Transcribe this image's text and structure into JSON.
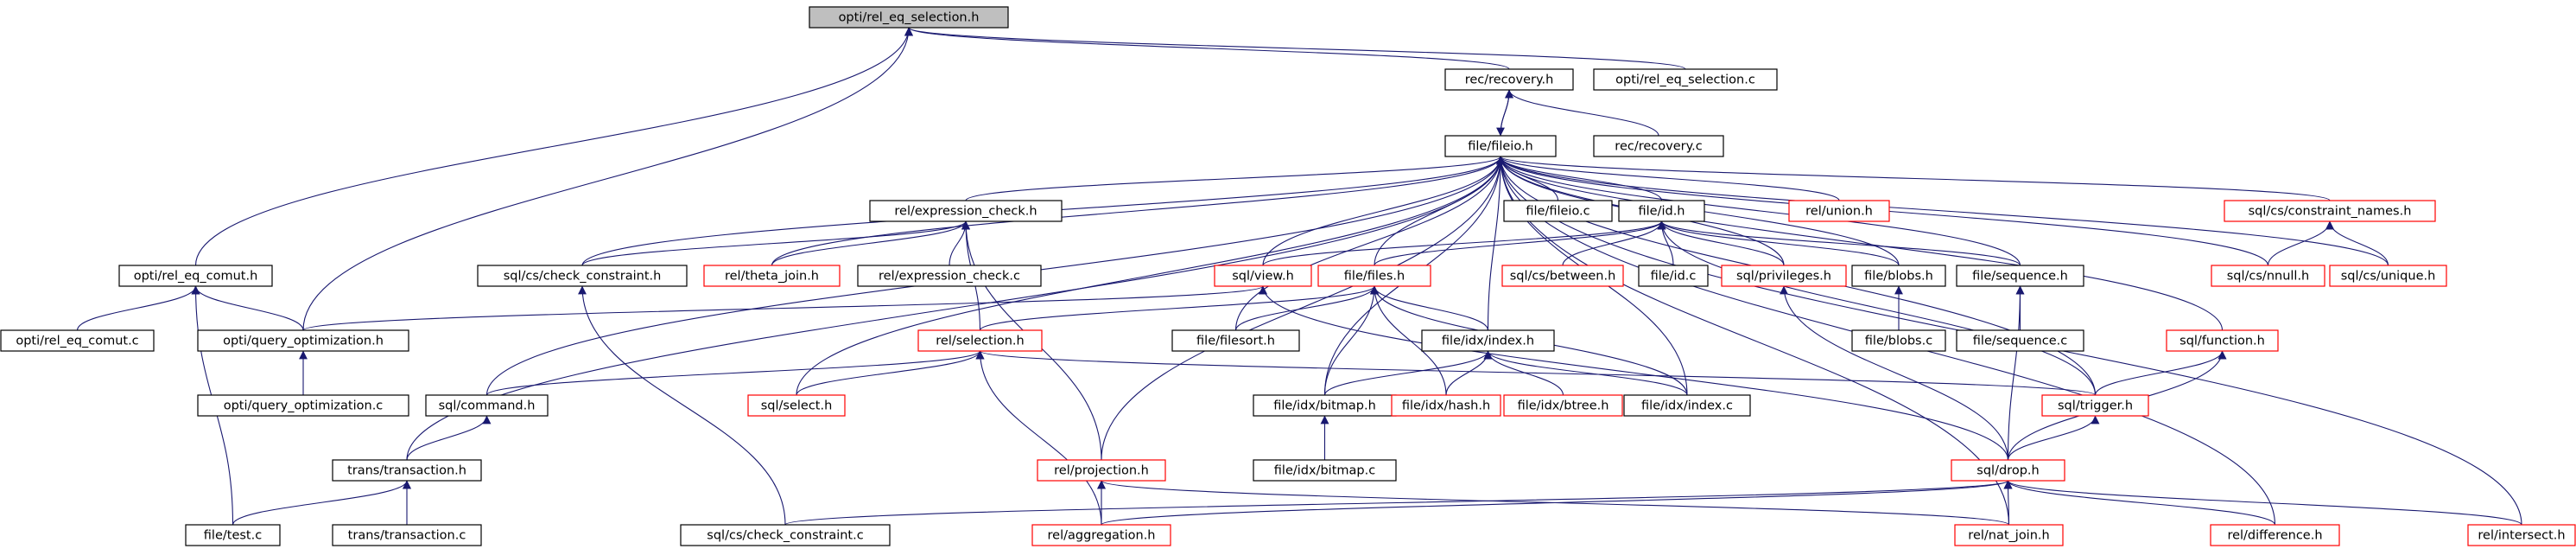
{
  "colors": {
    "edge": "#191970",
    "node_border_black": "#000000",
    "node_border_red": "#ff0000",
    "root_fill": "#bfbfbf",
    "node_fill": "#ffffff",
    "text": "#000000"
  },
  "nodes": [
    {
      "id": "root",
      "label": "opti/rel_eq_selection.h",
      "style": "root"
    },
    {
      "id": "recovery_h",
      "label": "rec/recovery.h",
      "style": "black"
    },
    {
      "id": "rel_eq_selection_c",
      "label": "opti/rel_eq_selection.c",
      "style": "black"
    },
    {
      "id": "fileio_h",
      "label": "file/fileio.h",
      "style": "black"
    },
    {
      "id": "recovery_c",
      "label": "rec/recovery.c",
      "style": "black"
    },
    {
      "id": "rel_eq_comut_h",
      "label": "opti/rel_eq_comut.h",
      "style": "black"
    },
    {
      "id": "expression_check_h",
      "label": "rel/expression_check.h",
      "style": "black"
    },
    {
      "id": "fileio_c",
      "label": "file/fileio.c",
      "style": "black"
    },
    {
      "id": "id_h",
      "label": "file/id.h",
      "style": "black"
    },
    {
      "id": "union_h",
      "label": "rel/union.h",
      "style": "red"
    },
    {
      "id": "constraint_names_h",
      "label": "sql/cs/constraint_names.h",
      "style": "red"
    },
    {
      "id": "check_constraint_h",
      "label": "sql/cs/check_constraint.h",
      "style": "black"
    },
    {
      "id": "theta_join_h",
      "label": "rel/theta_join.h",
      "style": "red"
    },
    {
      "id": "expression_check_c",
      "label": "rel/expression_check.c",
      "style": "black"
    },
    {
      "id": "view_h",
      "label": "sql/view.h",
      "style": "red"
    },
    {
      "id": "files_h",
      "label": "file/files.h",
      "style": "red"
    },
    {
      "id": "between_h",
      "label": "sql/cs/between.h",
      "style": "red"
    },
    {
      "id": "id_c",
      "label": "file/id.c",
      "style": "black"
    },
    {
      "id": "privileges_h",
      "label": "sql/privileges.h",
      "style": "red"
    },
    {
      "id": "blobs_h",
      "label": "file/blobs.h",
      "style": "black"
    },
    {
      "id": "sequence_h",
      "label": "file/sequence.h",
      "style": "black"
    },
    {
      "id": "nnull_h",
      "label": "sql/cs/nnull.h",
      "style": "red"
    },
    {
      "id": "unique_h",
      "label": "sql/cs/unique.h",
      "style": "red"
    },
    {
      "id": "rel_eq_comut_c",
      "label": "opti/rel_eq_comut.c",
      "style": "black"
    },
    {
      "id": "query_optimization_h",
      "label": "opti/query_optimization.h",
      "style": "black"
    },
    {
      "id": "filesort_h",
      "label": "file/filesort.h",
      "style": "black"
    },
    {
      "id": "selection_h",
      "label": "rel/selection.h",
      "style": "red"
    },
    {
      "id": "idx_index_h",
      "label": "file/idx/index.h",
      "style": "black"
    },
    {
      "id": "blobs_c",
      "label": "file/blobs.c",
      "style": "black"
    },
    {
      "id": "sequence_c",
      "label": "file/sequence.c",
      "style": "black"
    },
    {
      "id": "function_h",
      "label": "sql/function.h",
      "style": "red"
    },
    {
      "id": "query_optimization_c",
      "label": "opti/query_optimization.c",
      "style": "black"
    },
    {
      "id": "command_h",
      "label": "sql/command.h",
      "style": "black"
    },
    {
      "id": "select_h",
      "label": "sql/select.h",
      "style": "red"
    },
    {
      "id": "bitmap_h",
      "label": "file/idx/bitmap.h",
      "style": "black"
    },
    {
      "id": "hash_h",
      "label": "file/idx/hash.h",
      "style": "red"
    },
    {
      "id": "btree_h",
      "label": "file/idx/btree.h",
      "style": "red"
    },
    {
      "id": "index_c",
      "label": "file/idx/index.c",
      "style": "black"
    },
    {
      "id": "trigger_h",
      "label": "sql/trigger.h",
      "style": "red"
    },
    {
      "id": "transaction_h",
      "label": "trans/transaction.h",
      "style": "black"
    },
    {
      "id": "bitmap_c",
      "label": "file/idx/bitmap.c",
      "style": "black"
    },
    {
      "id": "projection_h",
      "label": "rel/projection.h",
      "style": "red"
    },
    {
      "id": "drop_h",
      "label": "sql/drop.h",
      "style": "red"
    },
    {
      "id": "test_c",
      "label": "file/test.c",
      "style": "black"
    },
    {
      "id": "transaction_c",
      "label": "trans/transaction.c",
      "style": "black"
    },
    {
      "id": "check_constraint_c",
      "label": "sql/cs/check_constraint.c",
      "style": "black"
    },
    {
      "id": "aggregation_h",
      "label": "rel/aggregation.h",
      "style": "red"
    },
    {
      "id": "nat_join_h",
      "label": "rel/nat_join.h",
      "style": "red"
    },
    {
      "id": "difference_h",
      "label": "rel/difference.h",
      "style": "red"
    },
    {
      "id": "intersect_h",
      "label": "rel/intersect.h",
      "style": "red"
    }
  ],
  "edges": [
    [
      "root",
      "recovery_h"
    ],
    [
      "root",
      "rel_eq_selection_c"
    ],
    [
      "root",
      "rel_eq_comut_h"
    ],
    [
      "root",
      "query_optimization_h"
    ],
    [
      "recovery_h",
      "fileio_h"
    ],
    [
      "recovery_h",
      "recovery_c"
    ],
    [
      "fileio_h",
      "recovery_h"
    ],
    [
      "fileio_h",
      "expression_check_h"
    ],
    [
      "fileio_h",
      "fileio_c"
    ],
    [
      "fileio_h",
      "id_h"
    ],
    [
      "fileio_h",
      "union_h"
    ],
    [
      "fileio_h",
      "constraint_names_h"
    ],
    [
      "fileio_h",
      "check_constraint_h"
    ],
    [
      "fileio_h",
      "theta_join_h"
    ],
    [
      "fileio_h",
      "view_h"
    ],
    [
      "fileio_h",
      "files_h"
    ],
    [
      "fileio_h",
      "privileges_h"
    ],
    [
      "fileio_h",
      "blobs_h"
    ],
    [
      "fileio_h",
      "sequence_h"
    ],
    [
      "fileio_h",
      "nnull_h"
    ],
    [
      "fileio_h",
      "unique_h"
    ],
    [
      "fileio_h",
      "filesort_h"
    ],
    [
      "fileio_h",
      "idx_index_h"
    ],
    [
      "fileio_h",
      "function_h"
    ],
    [
      "fileio_h",
      "command_h"
    ],
    [
      "fileio_h",
      "select_h"
    ],
    [
      "fileio_h",
      "bitmap_h"
    ],
    [
      "fileio_h",
      "index_c"
    ],
    [
      "fileio_h",
      "trigger_h"
    ],
    [
      "fileio_h",
      "transaction_h"
    ],
    [
      "fileio_h",
      "projection_h"
    ],
    [
      "fileio_h",
      "nat_join_h"
    ],
    [
      "fileio_h",
      "difference_h"
    ],
    [
      "fileio_h",
      "intersect_h"
    ],
    [
      "rel_eq_comut_h",
      "rel_eq_comut_c"
    ],
    [
      "rel_eq_comut_h",
      "query_optimization_h"
    ],
    [
      "rel_eq_comut_h",
      "test_c"
    ],
    [
      "expression_check_h",
      "check_constraint_h"
    ],
    [
      "expression_check_h",
      "theta_join_h"
    ],
    [
      "expression_check_h",
      "expression_check_c"
    ],
    [
      "expression_check_h",
      "selection_h"
    ],
    [
      "expression_check_h",
      "projection_h"
    ],
    [
      "id_h",
      "view_h"
    ],
    [
      "id_h",
      "files_h"
    ],
    [
      "id_h",
      "between_h"
    ],
    [
      "id_h",
      "id_c"
    ],
    [
      "id_h",
      "privileges_h"
    ],
    [
      "id_h",
      "blobs_h"
    ],
    [
      "id_h",
      "sequence_h"
    ],
    [
      "id_h",
      "trigger_h"
    ],
    [
      "constraint_names_h",
      "nnull_h"
    ],
    [
      "constraint_names_h",
      "unique_h"
    ],
    [
      "check_constraint_h",
      "check_constraint_c"
    ],
    [
      "view_h",
      "query_optimization_h"
    ],
    [
      "view_h",
      "drop_h"
    ],
    [
      "files_h",
      "selection_h"
    ],
    [
      "files_h",
      "filesort_h"
    ],
    [
      "files_h",
      "idx_index_h"
    ],
    [
      "files_h",
      "bitmap_h"
    ],
    [
      "files_h",
      "hash_h"
    ],
    [
      "files_h",
      "index_c"
    ],
    [
      "privileges_h",
      "drop_h"
    ],
    [
      "blobs_h",
      "blobs_c"
    ],
    [
      "sequence_h",
      "sequence_c"
    ],
    [
      "sequence_h",
      "drop_h"
    ],
    [
      "query_optimization_h",
      "query_optimization_c"
    ],
    [
      "selection_h",
      "command_h"
    ],
    [
      "selection_h",
      "select_h"
    ],
    [
      "selection_h",
      "trigger_h"
    ],
    [
      "selection_h",
      "aggregation_h"
    ],
    [
      "idx_index_h",
      "bitmap_h"
    ],
    [
      "idx_index_h",
      "hash_h"
    ],
    [
      "idx_index_h",
      "btree_h"
    ],
    [
      "idx_index_h",
      "index_c"
    ],
    [
      "function_h",
      "trigger_h"
    ],
    [
      "function_h",
      "drop_h"
    ],
    [
      "command_h",
      "transaction_h"
    ],
    [
      "bitmap_h",
      "bitmap_c"
    ],
    [
      "trigger_h",
      "drop_h"
    ],
    [
      "transaction_h",
      "test_c"
    ],
    [
      "transaction_h",
      "transaction_c"
    ],
    [
      "projection_h",
      "aggregation_h"
    ],
    [
      "projection_h",
      "nat_join_h"
    ],
    [
      "drop_h",
      "check_constraint_c"
    ],
    [
      "drop_h",
      "aggregation_h"
    ],
    [
      "drop_h",
      "nat_join_h"
    ],
    [
      "drop_h",
      "difference_h"
    ],
    [
      "drop_h",
      "intersect_h"
    ]
  ]
}
